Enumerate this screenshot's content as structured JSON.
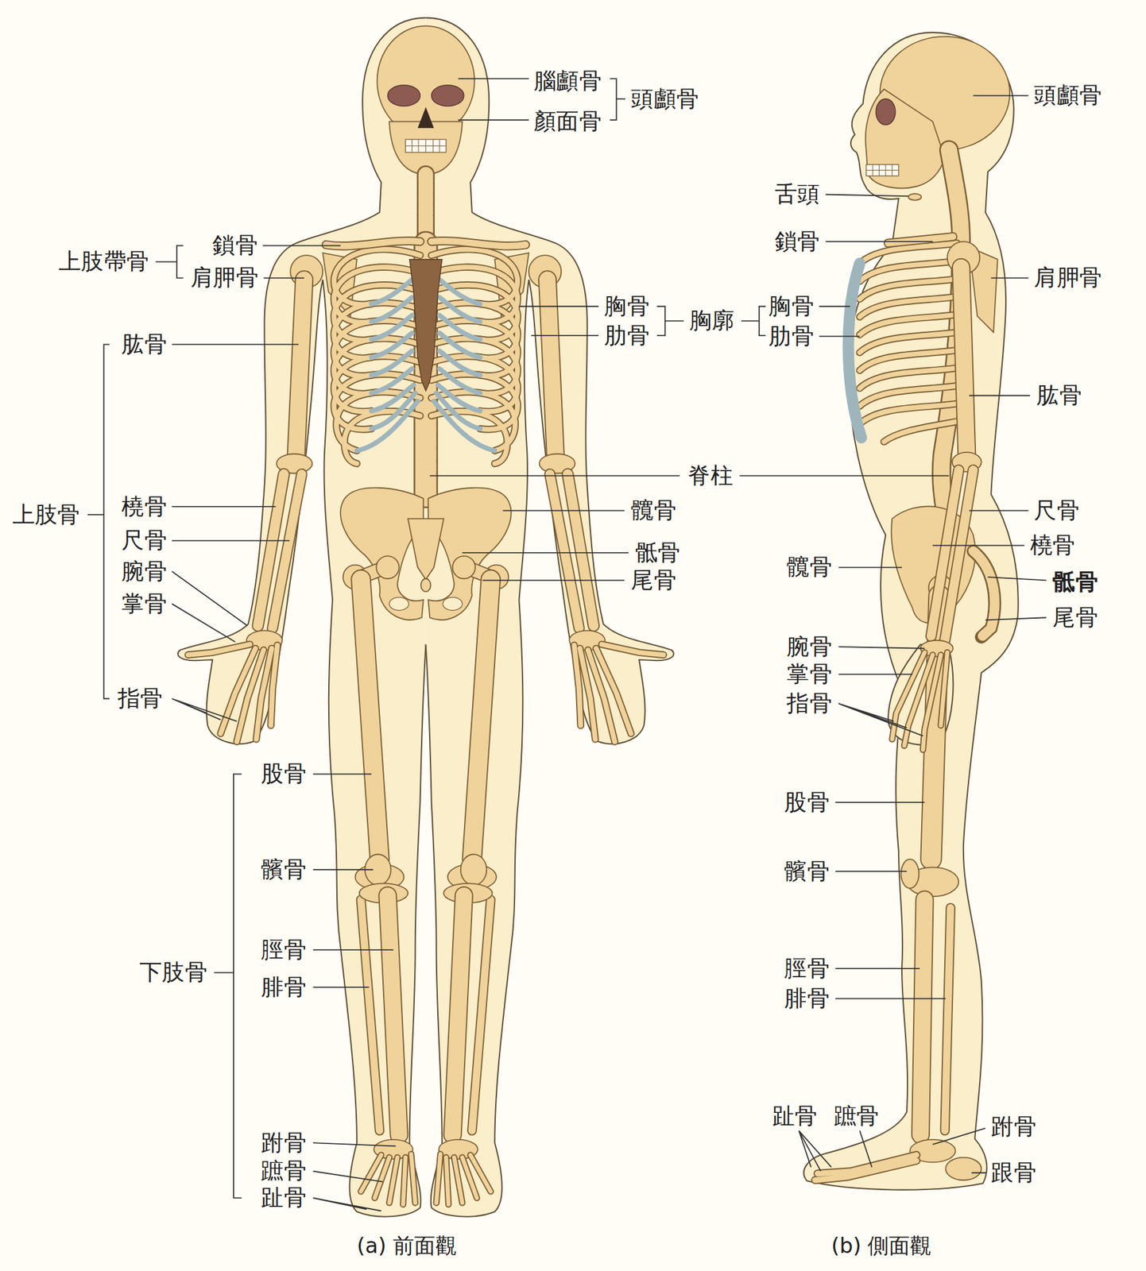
{
  "diagram": {
    "labels": [
      "腦顱骨",
      "頭顱骨",
      "顏面骨",
      "頭顱骨",
      "舌頭",
      "鎖骨",
      "上肢帶骨",
      "鎖骨",
      "肩胛骨",
      "肩胛骨",
      "胸骨",
      "胸廓",
      "胸骨",
      "肋骨",
      "肋骨",
      "肱骨",
      "肱骨",
      "脊柱",
      "橈骨",
      "髖骨",
      "尺骨",
      "上肢骨",
      "尺骨",
      "橈骨",
      "骶骨",
      "髖骨",
      "腕骨",
      "尾骨",
      "骶骨",
      "掌骨",
      "尾骨",
      "腕骨",
      "掌骨",
      "指骨",
      "指骨",
      "股骨",
      "股骨",
      "髕骨",
      "髕骨",
      "脛骨",
      "脛骨",
      "下肢骨",
      "腓骨",
      "腓骨",
      "趾骨",
      "蹠骨",
      "跗骨",
      "跗骨",
      "蹠骨",
      "跟骨",
      "趾骨",
      "(a) 前面觀",
      "(b) 側面觀"
    ]
  }
}
